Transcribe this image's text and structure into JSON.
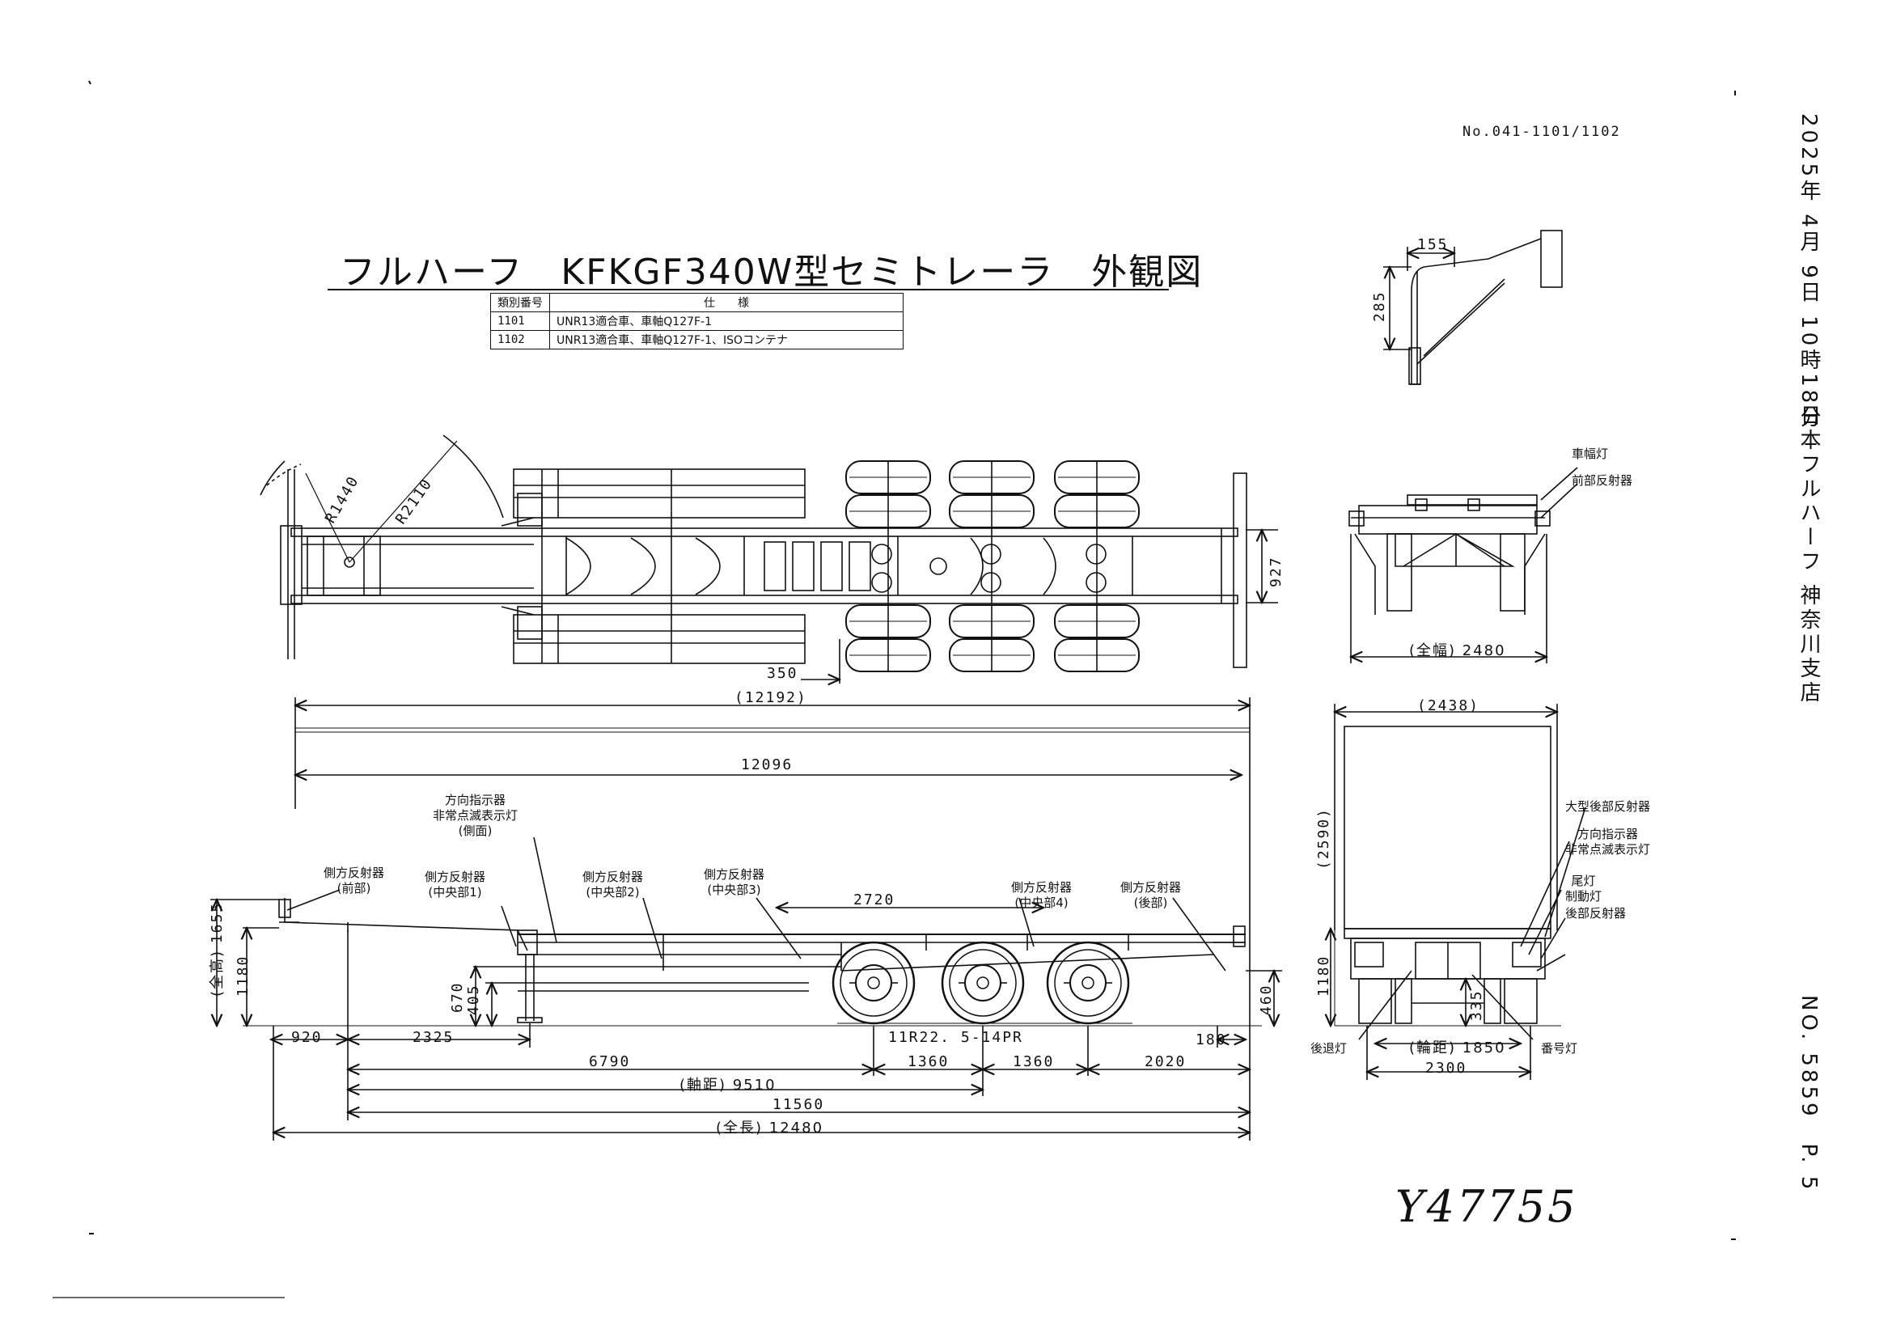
{
  "header": {
    "doc_number": "No.041-1101/1102",
    "title": "フルハーフ　KFKGF340W型セミトレーラ　外観図",
    "timestamp": "2025年 4月 9日 10時18分",
    "company": "日本フルハーフ 神奈川支店",
    "page_no": "NO. 5859　P. 5"
  },
  "spec_table": {
    "headers": [
      "類別番号",
      "仕　　様"
    ],
    "rows": [
      [
        "1101",
        "UNR13適合車、車軸Q127F-1"
      ],
      [
        "1102",
        "UNR13適合車、車軸Q127F-1、ISOコンテナ"
      ]
    ]
  },
  "top_view": {
    "r1": "R1440",
    "r2": "R2110",
    "width": "927",
    "offset": "350",
    "overall": "(12192)"
  },
  "side_view": {
    "dims": {
      "d12096": "12096",
      "d2720": "2720",
      "d1655": "1655",
      "total_h_label": "(全高)",
      "d1180": "1180",
      "d670": "670",
      "d405": "405",
      "d920": "920",
      "d2325": "2325",
      "d180": "180",
      "d460": "460",
      "d6790": "6790",
      "d1360a": "1360",
      "d1360b": "1360",
      "d2020": "2020",
      "d9510": "(軸距) 9510",
      "d11560": "11560",
      "d12480": "(全長) 12480",
      "tire": "11R22. 5-14PR"
    },
    "labels": {
      "indicator": [
        "方向指示器",
        "非常点滅表示灯",
        "(側面)"
      ],
      "side_ref_front": [
        "側方反射器",
        "(前部)"
      ],
      "side_ref_c1": [
        "側方反射器",
        "(中央部1)"
      ],
      "side_ref_c2": [
        "側方反射器",
        "(中央部2)"
      ],
      "side_ref_c3": [
        "側方反射器",
        "(中央部3)"
      ],
      "side_ref_c4": [
        "側方反射器",
        "(中央部4)"
      ],
      "side_ref_rear": [
        "側方反射器",
        "(後部)"
      ]
    }
  },
  "front_view": {
    "lamp": "車幅灯",
    "ref": "前部反射器",
    "width": "(全幅) 2480"
  },
  "rear_view": {
    "width_top": "(2438)",
    "height": "(2590)",
    "h1180": "1180",
    "h335": "335",
    "track": "(輪距) 1850",
    "w2300": "2300",
    "labels": {
      "big_ref": "大型後部反射器",
      "indicator": [
        "方向指示器",
        "非常点滅表示灯"
      ],
      "tail": [
        "尾灯",
        "制動灯"
      ],
      "rear_ref": "後部反射器",
      "reverse": "後退灯",
      "plate": "番号灯"
    }
  },
  "bracket": {
    "w155": "155",
    "h285": "285"
  },
  "handwritten": "Y47755"
}
